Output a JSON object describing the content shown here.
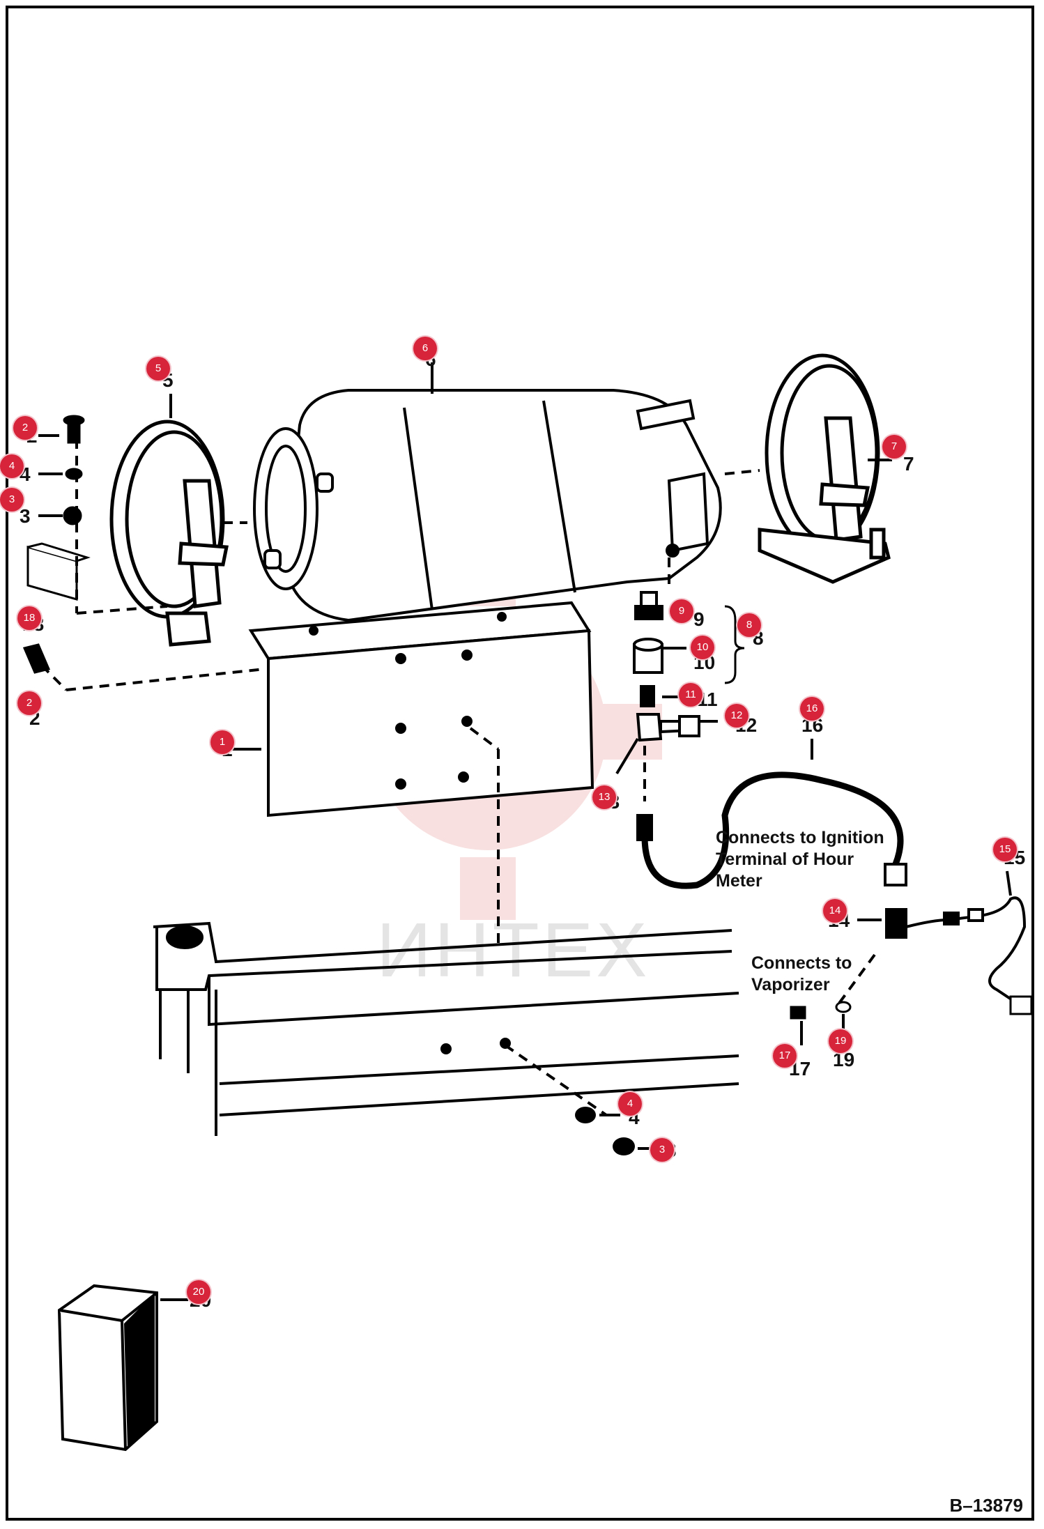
{
  "notes": {
    "ignition": "Connects to Ignition\nTerminal of Hour\nMeter",
    "vaporizer": "Connects to\nVaporizer"
  },
  "figure_id": "B–13879",
  "watermark": "ИНТЕХ",
  "watermark_logo": "gear-logo",
  "callouts": [
    {
      "id": "c5",
      "number": "5",
      "badge": "5"
    },
    {
      "id": "c6",
      "number": "6",
      "badge": "6"
    },
    {
      "id": "c7",
      "number": "7",
      "badge": "7"
    },
    {
      "id": "c2a",
      "number": "2",
      "badge": "2"
    },
    {
      "id": "c4a",
      "number": "4",
      "badge": "4"
    },
    {
      "id": "c3a",
      "number": "3",
      "badge": "3"
    },
    {
      "id": "c18",
      "number": "18",
      "badge": "18"
    },
    {
      "id": "c2b",
      "number": "2",
      "badge": "2"
    },
    {
      "id": "c1",
      "number": "1",
      "badge": "1"
    },
    {
      "id": "c9",
      "number": "9",
      "badge": "9"
    },
    {
      "id": "c8",
      "number": "8",
      "badge": "8"
    },
    {
      "id": "c10",
      "number": "10",
      "badge": "10"
    },
    {
      "id": "c11",
      "number": "11",
      "badge": "11"
    },
    {
      "id": "c12",
      "number": "12",
      "badge": "12"
    },
    {
      "id": "c16",
      "number": "16",
      "badge": "16"
    },
    {
      "id": "c13",
      "number": "13",
      "badge": "13"
    },
    {
      "id": "c15",
      "number": "15",
      "badge": "15"
    },
    {
      "id": "c14",
      "number": "14",
      "badge": "14"
    },
    {
      "id": "c17",
      "number": "17",
      "badge": "17"
    },
    {
      "id": "c19",
      "number": "19",
      "badge": "19"
    },
    {
      "id": "c4b",
      "number": "4",
      "badge": "4"
    },
    {
      "id": "c3b",
      "number": "3",
      "badge": "3"
    },
    {
      "id": "c20",
      "number": "20",
      "badge": "20"
    }
  ]
}
